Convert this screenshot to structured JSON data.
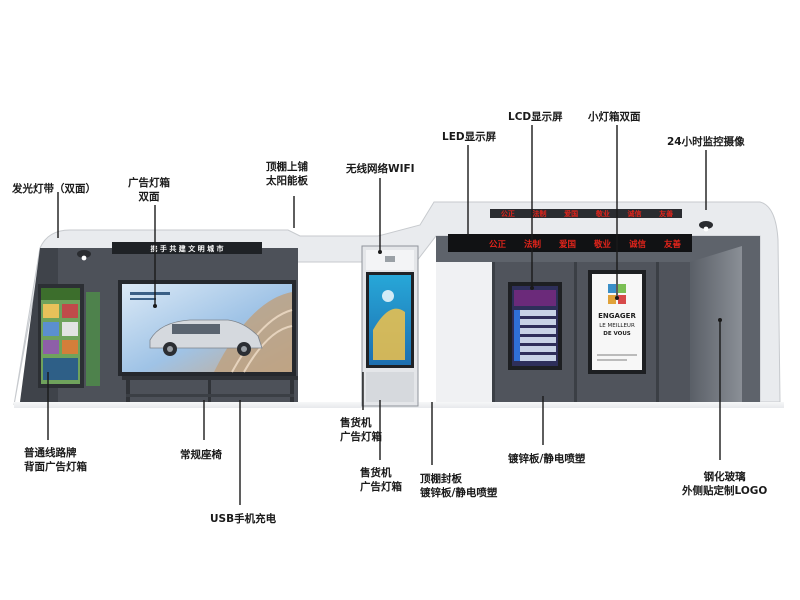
{
  "title_strip": "携 手 共 建 文 明 城 市",
  "led_text": {
    "row1": [
      "公正",
      "法制",
      "爱国",
      "敬业",
      "诚信",
      "友善"
    ],
    "row2": [
      "公正",
      "法制",
      "爱国",
      "敬业",
      "诚信",
      "友善"
    ]
  },
  "poster": {
    "heading": "ENGAGER",
    "line2": "LE MEILLEUR",
    "line3": "DE VOUS"
  },
  "labels": {
    "light_strip": "发光灯带（双面）",
    "ad_box_1": "广告灯箱",
    "ad_box_2": "双面",
    "solar_1": "顶棚上铺",
    "solar_2": "太阳能板",
    "wifi": "无线网络WIFI",
    "led": "LED显示屏",
    "lcd": "LCD显示屏",
    "small_box": "小灯箱双面",
    "camera": "24小时监控摄像",
    "route_1": "普通线路牌",
    "route_2": "背面广告灯箱",
    "bench": "常规座椅",
    "usb": "USB手机充电",
    "vending_a1": "售货机",
    "vending_a2": "广告灯箱",
    "vending_b1": "售货机",
    "vending_b2": "广告灯箱",
    "roof_seal_1": "顶棚封板",
    "roof_seal_2": "镀锌板/静电喷塑",
    "zinc": "镀锌板/静电喷塑",
    "glass_1": "钢化玻璃",
    "glass_2": "外侧贴定制LOGO"
  },
  "colors": {
    "frame_dark": "#4a4e55",
    "frame_light": "#e9ebee",
    "led_text": "#e0241b",
    "accent_sky": "#3a7fc4"
  }
}
